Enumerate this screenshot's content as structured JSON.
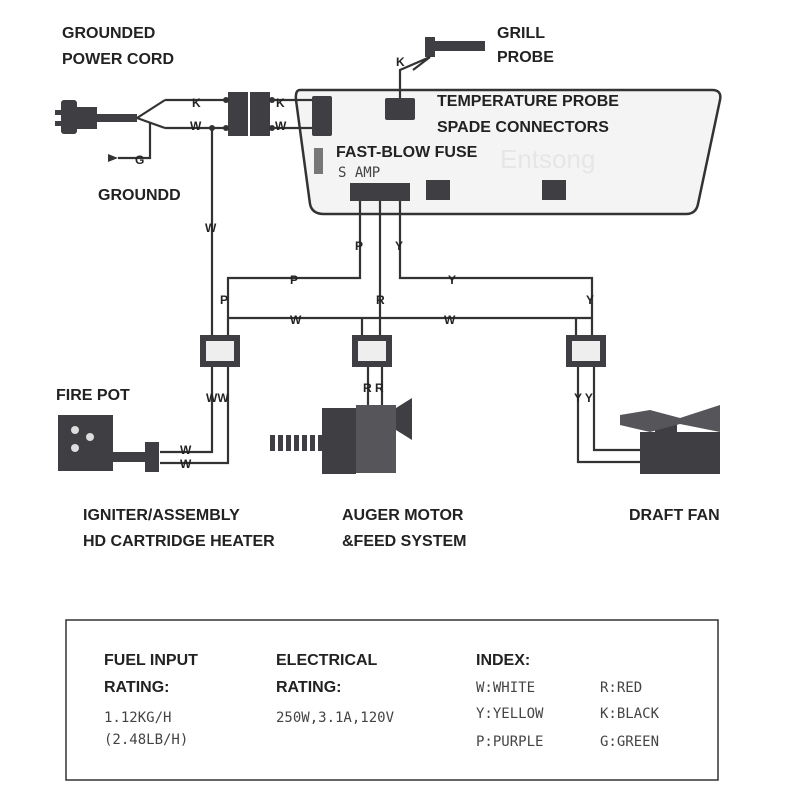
{
  "labels": {
    "power_cord": [
      "GROUNDED",
      "POWER CORD"
    ],
    "grill_probe": [
      "GRILL",
      "PROBE"
    ],
    "temp_probe": [
      "TEMPERATURE PROBE",
      "SPADE CONNECTORS"
    ],
    "fuse": "FAST-BLOW FUSE",
    "fuse_rating": "S AMP",
    "ground": "GROUNDD",
    "ground_wire": "G",
    "fire_pot": "FIRE POT",
    "igniter": [
      "IGNITER/ASSEMBLY",
      "HD CARTRIDGE HEATER"
    ],
    "auger": [
      "AUGER MOTOR",
      "&FEED SYSTEM"
    ],
    "draft_fan": "DRAFT FAN",
    "watermark": "Entsong"
  },
  "wire_letters": {
    "k": "K",
    "w": "W",
    "p": "P",
    "r": "R",
    "y": "Y",
    "ww": "WW",
    "rr": "R R",
    "yy": "Y Y"
  },
  "specs": {
    "fuel": {
      "title": [
        "FUEL INPUT",
        "RATING:"
      ],
      "value": [
        "1.12KG/H",
        "(2.48LB/H)"
      ]
    },
    "electrical": {
      "title": [
        "ELECTRICAL",
        "RATING:"
      ],
      "value": "250W,3.1A,120V"
    },
    "index": {
      "title": "INDEX:",
      "items": [
        "W:WHITE",
        "R:RED",
        "Y:YELLOW",
        "K:BLACK",
        "P:PURPLE",
        "G:GREEN"
      ]
    }
  }
}
